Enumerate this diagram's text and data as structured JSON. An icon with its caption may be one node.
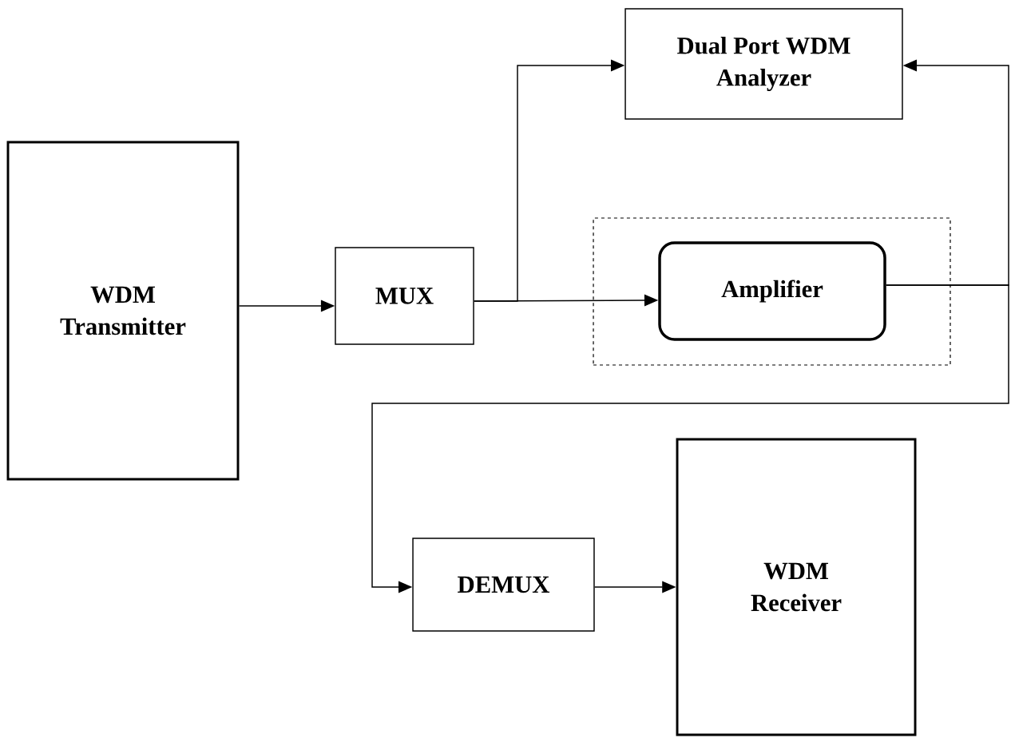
{
  "diagram": {
    "nodes": [
      {
        "text": [
          "WDM Transmitter"
        ]
      },
      {
        "text": [
          "MUX"
        ]
      },
      {
        "text": [
          "Dual Port WDM Analyzer"
        ]
      },
      {
        "text": [],
        "shape": "box"
      },
      {
        "text": [
          "Amplifier"
        ],
        "in": 3
      },
      {
        "text": [
          "DEMUX"
        ]
      },
      {
        "text": [
          "WDM Receiver"
        ]
      }
    ],
    "edges": [
      {
        "from": 0,
        "to": 1,
        "arrow": "to"
      },
      {
        "from": 1,
        "to": 2,
        "arrow": "to"
      },
      {
        "from": 1,
        "to": 4,
        "arrow": "to"
      },
      {
        "from": 4,
        "to": 2,
        "arrow": "to"
      },
      {
        "from": 4,
        "to": 5,
        "arrow": "to"
      },
      {
        "from": 5,
        "to": 6,
        "arrow": "to"
      }
    ]
  }
}
